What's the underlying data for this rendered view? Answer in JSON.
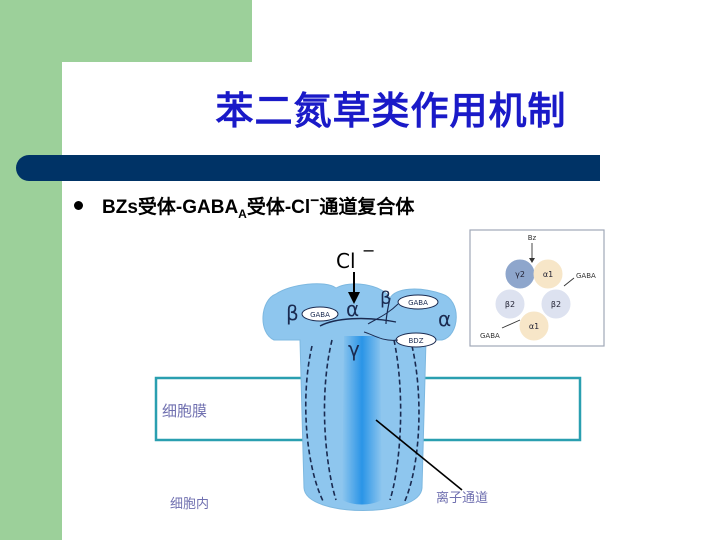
{
  "slide": {
    "title": "苯二氮草类作用机制",
    "bullet": {
      "part1": "BZs受体-GABA",
      "sub": "A",
      "part2": "受体-Cl",
      "sup": "−",
      "part3": "通道复合体"
    }
  },
  "diagram": {
    "ion_label": "Cl",
    "ion_charge": "−",
    "membrane_label": "细胞膜",
    "intracellular_label": "细胞内",
    "channel_label": "离子通道",
    "subunits": {
      "beta_left": "β",
      "beta_top": "β",
      "alpha_left": "α",
      "alpha_right": "α",
      "gamma": "γ"
    },
    "site_labels": {
      "gaba_left": "GABA",
      "gaba_right": "GABA",
      "bdz": "BDZ"
    },
    "inset": {
      "bz_label": "Bz",
      "gaba_right_label": "GABA",
      "gaba_bottom_label": "GABA",
      "subunits": {
        "gamma2": "γ2",
        "alpha1_top": "α1",
        "beta2_left": "β2",
        "beta2_right": "β2",
        "alpha1_bottom": "α1"
      }
    }
  },
  "colors": {
    "title": "#1a1ac8",
    "band": "#9cd09a",
    "rule": "#003366",
    "receptor": "#8ec6ee",
    "pore": "#2e9be8",
    "membrane_border": "#2a9fb0"
  }
}
